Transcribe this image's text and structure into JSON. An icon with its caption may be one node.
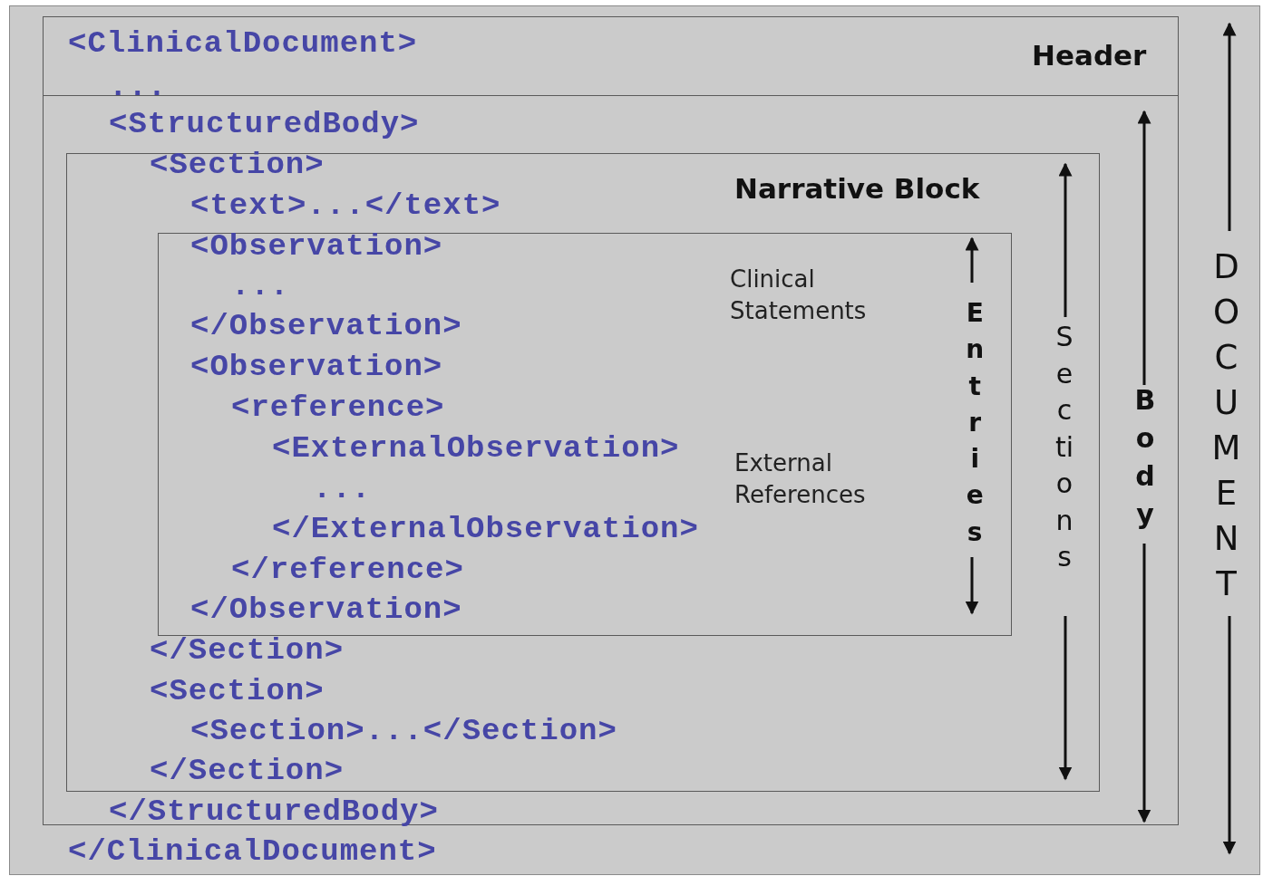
{
  "diagram": {
    "nodes": [
      {
        "text": [
          "Header"
        ]
      },
      {
        "text": [
          "Body"
        ]
      },
      {
        "text": [
          "Narrative Block",
          "Sections"
        ],
        "in": 1
      },
      {
        "text": [
          "Clinical Statements",
          "External References",
          "Entries"
        ],
        "in": 2
      }
    ],
    "labels": [
      "<ClinicalDocument>",
      "...",
      "<StructuredBody>",
      "<Section>",
      "<text>...</text>",
      "<Observation>",
      "...",
      "</Observation>",
      "<Observation>",
      "<reference>",
      "<ExternalObservation>",
      "...",
      "</ExternalObservation>",
      "</reference>",
      "</Observation>",
      "</Section>",
      "<Section>",
      "<Section>...</Section>",
      "</Section>",
      "</StructuredBody>",
      "</ClinicalDocument>",
      "DOCUMENT"
    ]
  }
}
